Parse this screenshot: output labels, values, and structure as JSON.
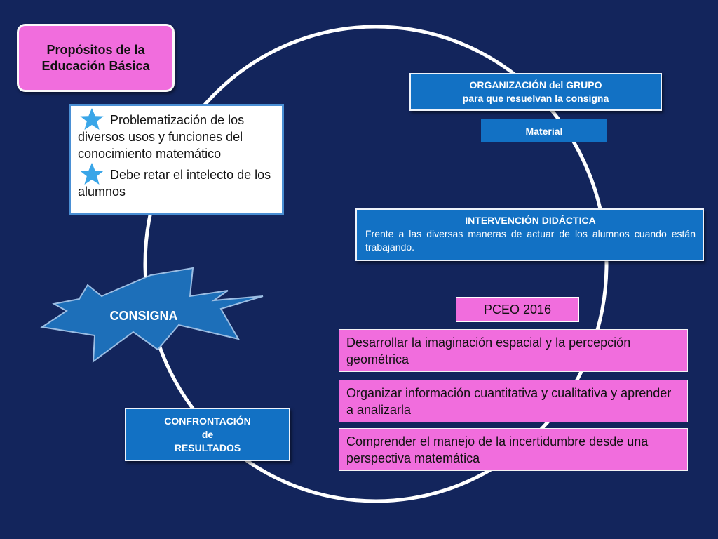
{
  "purpose": {
    "title_line1": "Propósitos de la",
    "title_line2": "Educación Básica"
  },
  "problem_bullets": [
    {
      "text": "Problematización de los diversos usos y funciones del conocimiento matemático",
      "icon": "star-icon"
    },
    {
      "text": "Debe retar el intelecto de los alumnos",
      "icon": "star-icon"
    }
  ],
  "organization": {
    "line1": "ORGANIZACIÓN  del  GRUPO",
    "line2": "para  que resuelvan la consigna"
  },
  "material": "Material",
  "intervention": {
    "title": "INTERVENCIÓN DIDÁCTICA",
    "body": "Frente a las diversas maneras de  actuar de los alumnos cuando están trabajando."
  },
  "consigna": "CONSIGNA",
  "pceo": "PCEO 2016",
  "pceo_items": [
    "Desarrollar la imaginación espacial y la percepción geométrica",
    "Organizar información cuantitativa y cualitativa y aprender a analizarla",
    "Comprender el manejo de la incertidumbre desde una perspectiva matemática"
  ],
  "confrontation": {
    "line1": "CONFRONTACIÓN",
    "line2": "de",
    "line3": "RESULTADOS"
  },
  "colors": {
    "background": "#13255c",
    "pink": "#f16ddd",
    "blue_box": "#1271c4",
    "star": "#3aa6e8",
    "cycle_ring": "#ffffff"
  }
}
